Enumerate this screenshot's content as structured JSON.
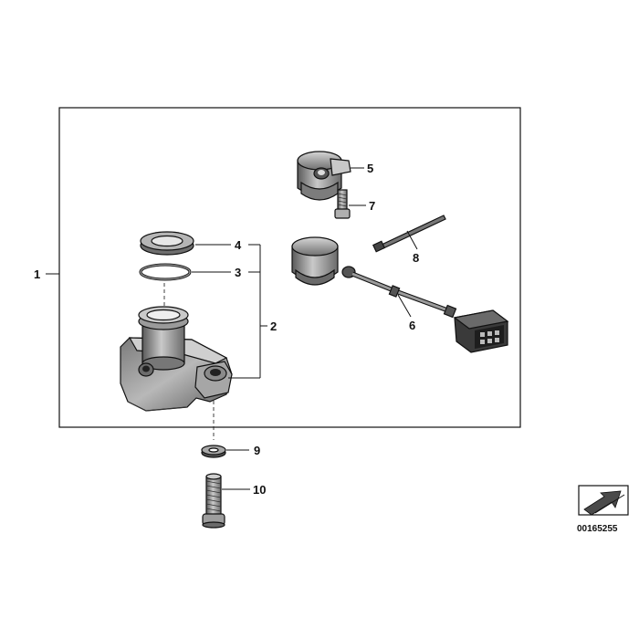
{
  "diagram": {
    "callouts": {
      "c1": "1",
      "c2": "2",
      "c3": "3",
      "c4": "4",
      "c5": "5",
      "c6": "6",
      "c7": "7",
      "c8": "8",
      "c9": "9",
      "c10": "10"
    },
    "document_number": "00165255"
  },
  "colors": {
    "part_dark": "#555555",
    "part_mid": "#888888",
    "part_light": "#bdbdbd",
    "line": "#111111"
  }
}
